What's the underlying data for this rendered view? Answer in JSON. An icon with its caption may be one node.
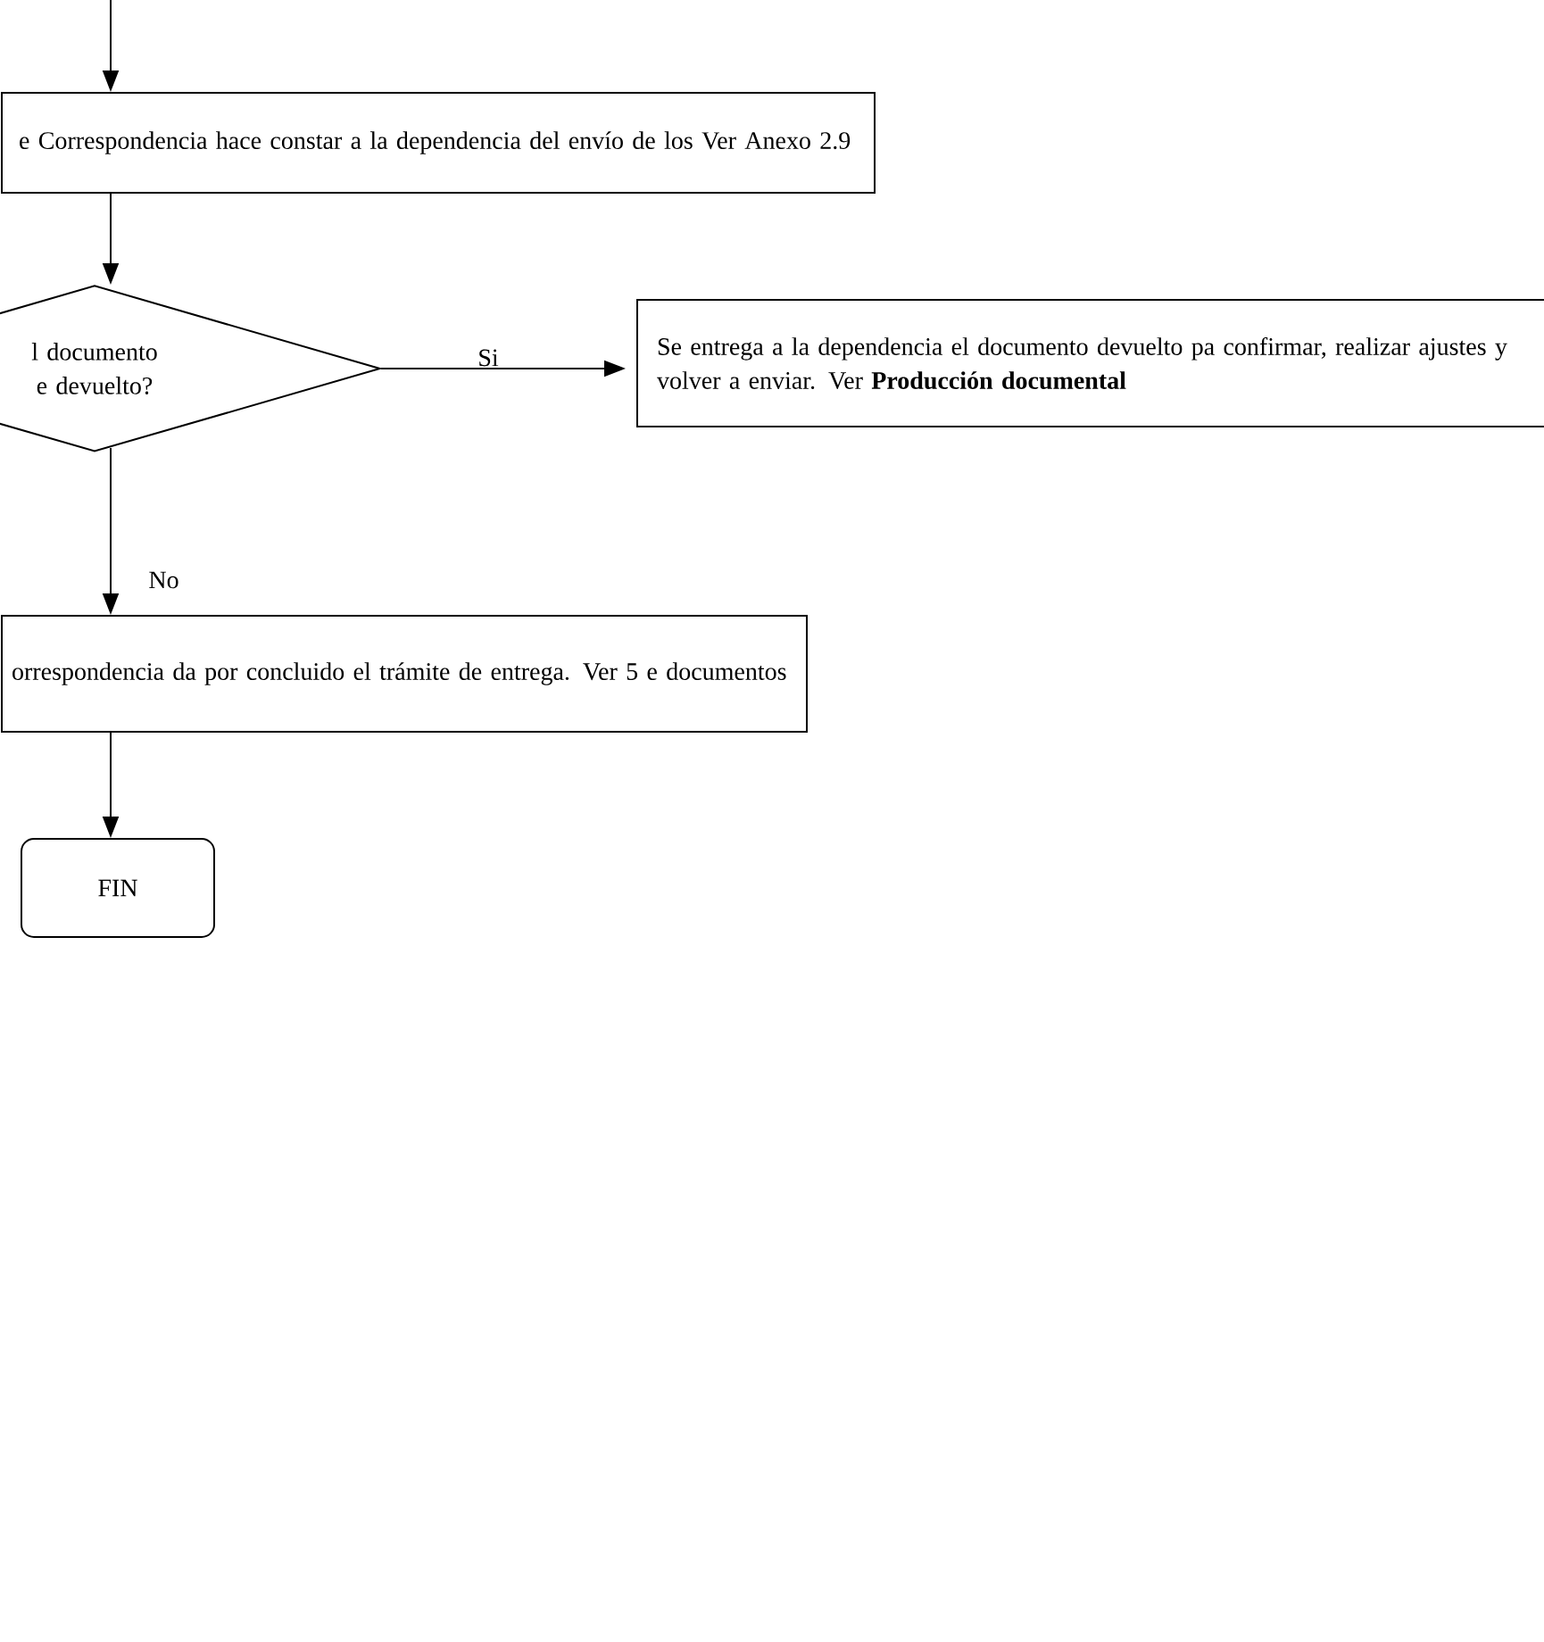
{
  "diagram": {
    "nodes": [
      {
        "text": [
          "e Correspondencia hace constar a la dependencia del envío de los Ver  Anexo 2.9"
        ]
      },
      {
        "text": [
          "l documento e devuelto?"
        ]
      },
      {
        "text": [
          "Se entrega a la dependencia el documento devuelto pa confirmar, realizar ajustes y volver a enviar. Ver **Producción documental**"
        ]
      },
      {
        "text": [
          "orrespondencia da por concluido el trámite de entrega.  Ver  5 e documentos"
        ]
      },
      {
        "text": [
          "FIN"
        ]
      }
    ],
    "edges": [
      {
        "from": null,
        "to": 0,
        "arrow": "to"
      },
      {
        "from": 0,
        "to": 1,
        "arrow": "to"
      },
      {
        "from": 1,
        "to": 2,
        "arrow": "to",
        "label": "Si"
      },
      {
        "from": 1,
        "to": 3,
        "arrow": "to",
        "label": "No"
      },
      {
        "from": 3,
        "to": 4,
        "arrow": "to"
      }
    ]
  }
}
